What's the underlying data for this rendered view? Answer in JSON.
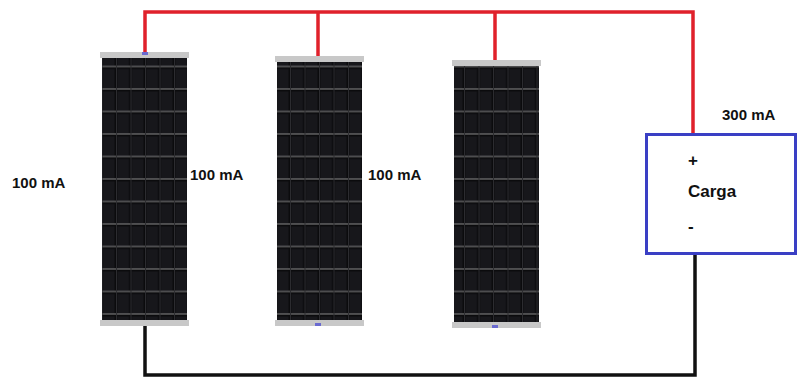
{
  "diagram": {
    "nodes": [
      {
        "text": [
          "+",
          "Carga",
          "-"
        ]
      }
    ],
    "labels": [
      "100 mA",
      "100 mA",
      "100 mA",
      "300 mA"
    ]
  }
}
